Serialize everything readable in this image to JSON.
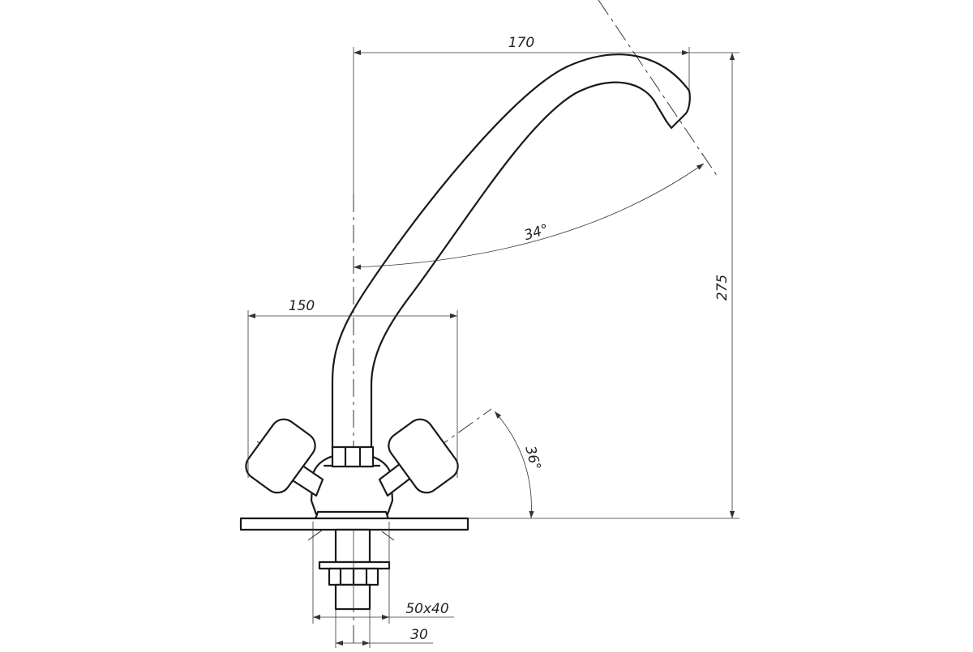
{
  "drawing": {
    "dimensions": {
      "reach": "170",
      "height": "275",
      "handle_span": "150",
      "spout_angle": "34°",
      "handle_angle": "36°",
      "mount_plate": "50x40",
      "shank": "30"
    }
  }
}
